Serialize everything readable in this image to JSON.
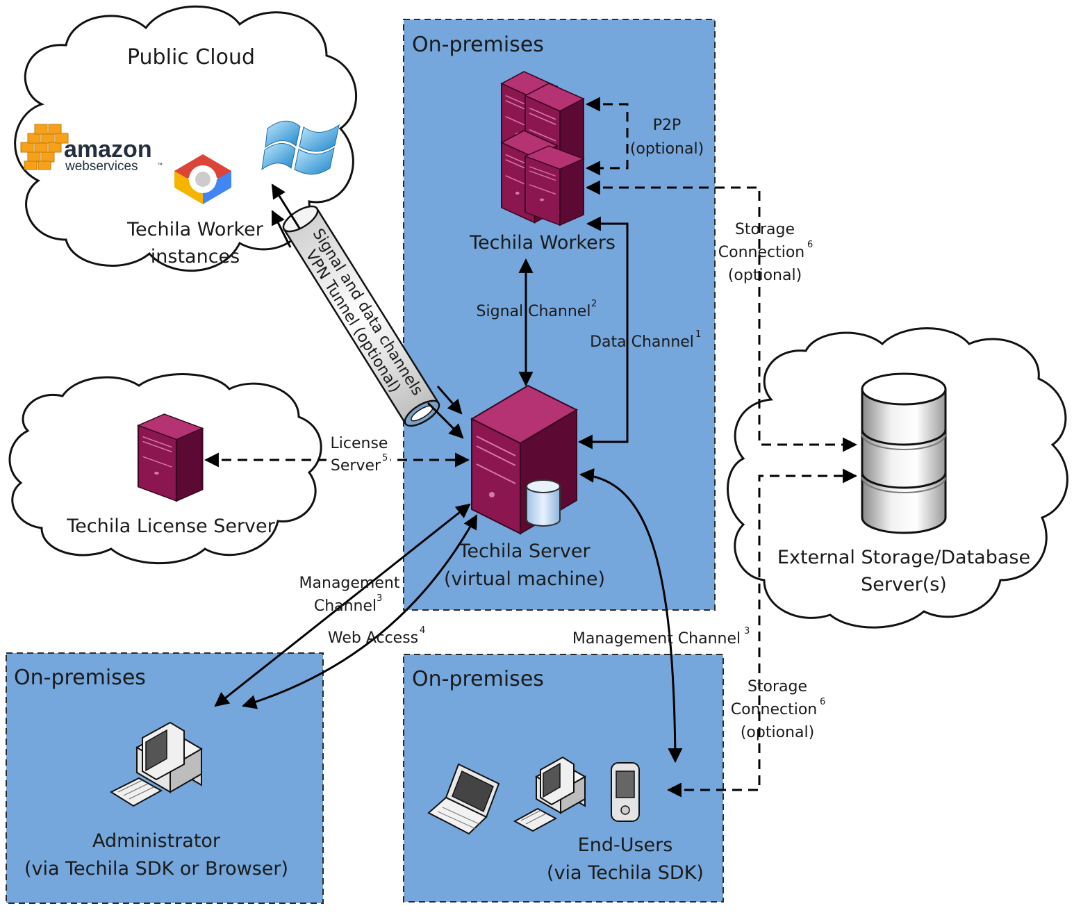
{
  "zones": {
    "onprem_main": "On-premises",
    "onprem_admin": "On-premises",
    "onprem_users": "On-premises"
  },
  "clouds": {
    "public_cloud": {
      "title": "Public Cloud",
      "aws_line1": "amazon",
      "aws_line2": "webservices",
      "aws_tm": "™",
      "label_line1": "Techila Worker",
      "label_line2": "instances"
    },
    "license": {
      "label": "Techila License Server"
    },
    "storage": {
      "label_line1": "External Storage/Database",
      "label_line2": "Server(s)"
    }
  },
  "nodes": {
    "workers": "Techila Workers",
    "server_line1": "Techila Server",
    "server_line2": "(virtual machine)",
    "admin_line1": "Administrator",
    "admin_line2": "(via Techila SDK or Browser)",
    "users_line1": "End-Users",
    "users_line2": "(via Techila SDK)"
  },
  "edges": {
    "p2p_line1": "P2P",
    "p2p_line2": "(optional)",
    "storage_top_line1": "Storage",
    "storage_top_line2": "Connection",
    "storage_top_sup": "6",
    "storage_top_line3": "(optional)",
    "signal": "Signal Channel",
    "signal_sup": "2",
    "data": "Data Channel",
    "data_sup": "1",
    "vpn_line1": "Signal and data channels",
    "vpn_line2": "VPN Tunnel (optional)",
    "license_line1": "License",
    "license_line2": "Server",
    "license_sup": "5",
    "mgmt_admin_line1": "Management",
    "mgmt_admin_line2": "Channel",
    "mgmt_admin_sup": "3",
    "web": "Web Access",
    "web_sup": "4",
    "mgmt_users": "Management Channel",
    "mgmt_users_sup": "3",
    "storage_bot_line1": "Storage",
    "storage_bot_line2": "Connection",
    "storage_bot_sup": "6",
    "storage_bot_line3": "(optional)"
  },
  "colors": {
    "zone_fill": "#75a7dc",
    "server_front": "#8c1650",
    "server_top": "#b53273",
    "server_side": "#5c0a33",
    "google_red": "#db4437",
    "google_yellow": "#f4b400",
    "google_blue": "#4285f4",
    "aws_orange": "#f7a11a",
    "windows_blue": "#3aa7e0"
  },
  "icons": {
    "workers": "server-cluster-icon",
    "server": "server-icon",
    "license": "server-icon",
    "database": "database-icon",
    "admin": "desktop-computer-icon",
    "laptop": "laptop-icon",
    "pda": "pda-icon"
  }
}
